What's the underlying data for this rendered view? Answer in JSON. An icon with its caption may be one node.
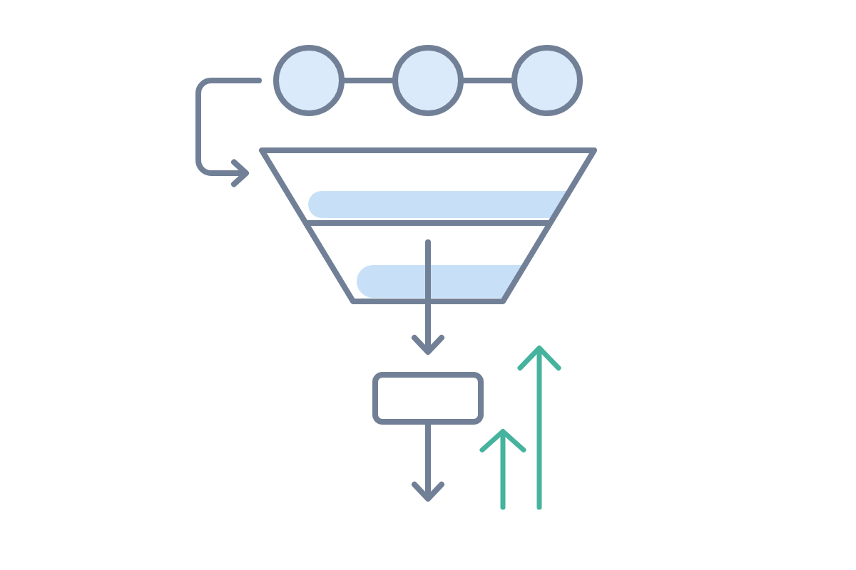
{
  "diagram": {
    "nodes": [
      {
        "text": [],
        "shape": "circle"
      },
      {
        "text": [],
        "shape": "circle"
      },
      {
        "text": [],
        "shape": "circle"
      },
      {
        "text": [],
        "shape": "funnel"
      },
      {
        "text": [],
        "shape": "box"
      }
    ],
    "edges": [
      {
        "from": 0,
        "to": 1,
        "arrow": "none"
      },
      {
        "from": 1,
        "to": 2,
        "arrow": "none"
      },
      {
        "from": 0,
        "to": 3,
        "arrow": "to"
      },
      {
        "from": 3,
        "to": 4,
        "arrow": "to"
      },
      {
        "from": 4,
        "to": null,
        "arrow": "to"
      }
    ]
  }
}
